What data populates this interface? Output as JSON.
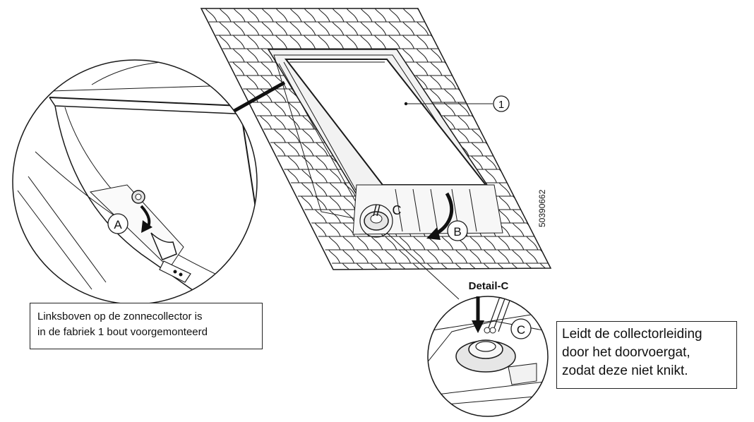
{
  "callouts": {
    "item_1": "1",
    "detail_a": "A",
    "detail_b": "B",
    "detail_c": "C",
    "detail_c_zoom": "C"
  },
  "detail_c_title": "Detail-C",
  "part_number": "50390662",
  "note_a": {
    "line1": "Linksboven op de zonnecollector is",
    "line2": "in de fabriek 1 bout voorgemonteerd"
  },
  "note_c": {
    "line1": "Leidt de collectorleiding",
    "line2": "door het doorvoergat,",
    "line3": "zodat deze niet knikt."
  },
  "colors": {
    "line": "#1a1a1a",
    "panel": "#ffffff",
    "shade": "#d9d9d9"
  }
}
